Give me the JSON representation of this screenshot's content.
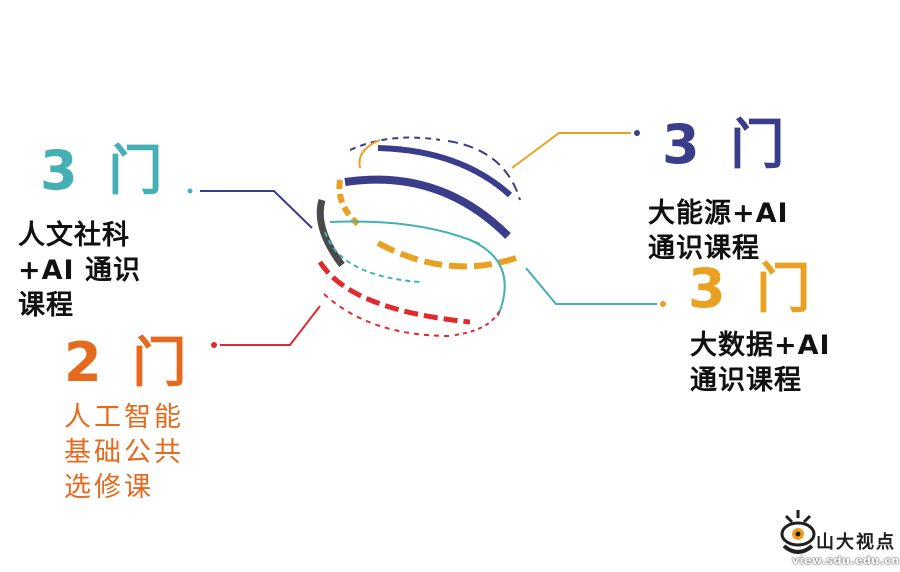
{
  "colors": {
    "teal": "#45b0b4",
    "navy": "#3a3d8a",
    "orange": "#eaa121",
    "red": "#e12a30",
    "red_orange": "#e56a1e",
    "gray": "#4a4a4a"
  },
  "blocks": {
    "humanities": {
      "count": "3 门",
      "lines": [
        "人文社科",
        "+AI 通识",
        "课程"
      ]
    },
    "energy": {
      "count": "3 门",
      "lines": [
        "大能源+AI",
        "通识课程"
      ]
    },
    "bigdata": {
      "count": "3 门",
      "lines": [
        "大数据+AI",
        "通识课程"
      ]
    },
    "ai_basic": {
      "count": "2 门",
      "lines": [
        "人工智能",
        "基础公共",
        "选修课"
      ]
    }
  },
  "logo": {
    "icon": "eye-icon",
    "brand": "山大视点",
    "url": "view.sdu.edu.cn"
  }
}
